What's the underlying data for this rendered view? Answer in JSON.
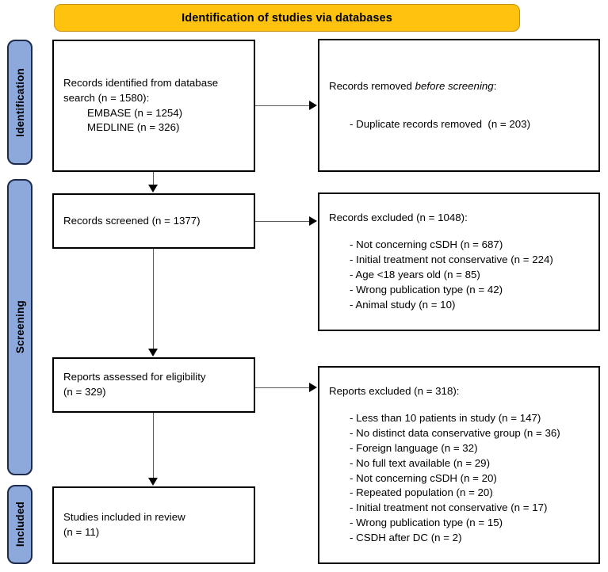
{
  "banner": {
    "title": "Identification of studies via databases"
  },
  "phases": [
    {
      "id": "identification",
      "label": "Identification"
    },
    {
      "id": "screening",
      "label": "Screening"
    },
    {
      "id": "included",
      "label": "Included"
    }
  ],
  "boxes": {
    "records_identified": {
      "line1": "Records identified from database",
      "line2": "search (n = 1580):",
      "line3": "EMBASE (n = 1254)",
      "line4": "MEDLINE (n = 326)"
    },
    "records_removed": {
      "heading_pre": "Records removed ",
      "heading_italic": "before screening",
      "heading_post": ":",
      "items": [
        "- Duplicate records removed  (n = 203)"
      ]
    },
    "records_screened": {
      "line1": "Records screened (n = 1377)"
    },
    "records_excluded": {
      "heading": "Records excluded (n = 1048):",
      "items": [
        "- Not concerning cSDH (n = 687)",
        "- Initial treatment not conservative (n = 224)",
        "- Age <18 years old (n = 85)",
        "- Wrong publication type (n = 42)",
        "- Animal study (n = 10)"
      ]
    },
    "reports_assessed": {
      "line1": "Reports assessed for eligibility",
      "line2": "(n = 329)"
    },
    "reports_excluded": {
      "heading": "Reports excluded (n = 318):",
      "items": [
        "- Less than 10 patients in study (n = 147)",
        "- No distinct data conservative group (n = 36)",
        "- Foreign language (n = 32)",
        "- No full text available (n = 29)",
        "- Not concerning cSDH (n = 20)",
        "- Repeated population (n = 20)",
        "- Initial treatment not conservative (n = 17)",
        "- Wrong publication type (n = 15)",
        "- CSDH after DC (n = 2)"
      ]
    },
    "studies_included": {
      "line1": "Studies included in review",
      "line2": "(n = 11)"
    }
  },
  "colors": {
    "banner_fill": "#FFC20E",
    "banner_border": "#C98F12",
    "phase_fill": "#8DA9DB",
    "phase_border": "#1F2B4D",
    "box_border": "#000000",
    "connector": "#5a5a5a"
  }
}
